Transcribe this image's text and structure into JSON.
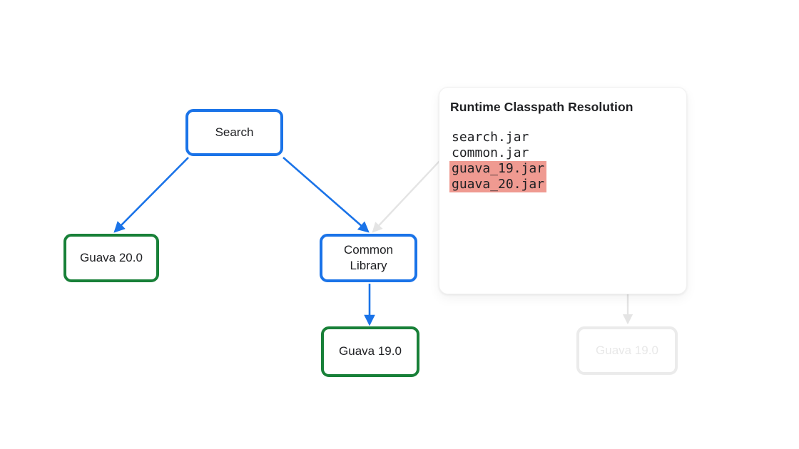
{
  "colors": {
    "blue": "#1a73e8",
    "green": "#188038",
    "ink": "#202124",
    "highlight": "#ef9a91",
    "line_gray": "#e4e4e4",
    "faded_border": "#ebebeb",
    "faded_text": "#e8e8e8"
  },
  "diagram": {
    "nodes": {
      "search": {
        "label": "Search"
      },
      "guava20": {
        "label": "Guava 20.0"
      },
      "common": {
        "label": "Common\nLibrary"
      },
      "guava19": {
        "label": "Guava 19.0"
      },
      "guava19_faded": {
        "label": "Guava 19.0"
      }
    },
    "edges": [
      {
        "from": "search",
        "to": "guava20",
        "style": "blue"
      },
      {
        "from": "search",
        "to": "common",
        "style": "blue"
      },
      {
        "from": "common",
        "to": "guava19",
        "style": "blue"
      },
      {
        "from": "card",
        "to": "common",
        "style": "faded"
      },
      {
        "from": "card",
        "to": "guava19_faded",
        "style": "faded"
      }
    ]
  },
  "card": {
    "title": "Runtime Classpath Resolution",
    "entries": [
      {
        "text": "search.jar",
        "highlighted": false
      },
      {
        "text": "common.jar",
        "highlighted": false
      },
      {
        "text": "guava_19.jar",
        "highlighted": true
      },
      {
        "text": "guava_20.jar",
        "highlighted": true
      }
    ]
  }
}
